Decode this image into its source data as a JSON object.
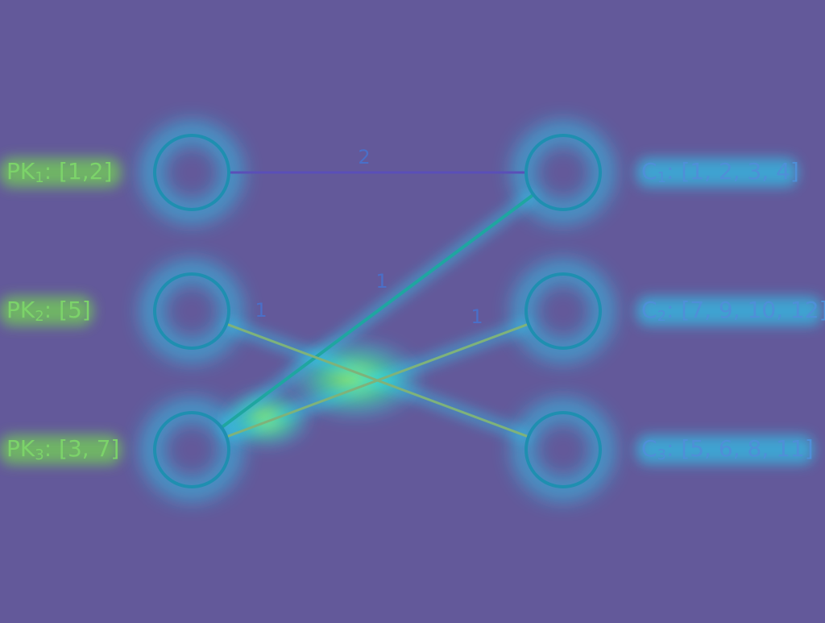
{
  "colors": {
    "background": "#63599a",
    "node_stroke": "#1f8fb0",
    "edge_strong": "#1fa6a0",
    "edge_weak": "#7fb27a",
    "edge_top": "#5a4fb8",
    "label_green": "#7cd36a",
    "label_blue": "#4f8fd8",
    "weight_text": "#4a6fc8",
    "glow_cyan": "#20e0ff",
    "glow_green": "#7aff3a"
  },
  "left_nodes": [
    {
      "id": "pk1",
      "label_main": "PK",
      "label_sub": "1",
      "label_rest": ": [1,2]"
    },
    {
      "id": "pk2",
      "label_main": "PK",
      "label_sub": "2",
      "label_rest": ": [5]"
    },
    {
      "id": "pk3",
      "label_main": "PK",
      "label_sub": "3",
      "label_rest": ": [3, 7]"
    }
  ],
  "right_nodes": [
    {
      "id": "c1",
      "label_main": "C",
      "label_sub": "1",
      "label_rest": ": [1, 2, 3, 4]"
    },
    {
      "id": "c2",
      "label_main": "C",
      "label_sub": "2",
      "label_rest": ": [7, 9, 10, 12]"
    },
    {
      "id": "c3",
      "label_main": "C",
      "label_sub": "3",
      "label_rest": ": [5, 6, 8, 11]"
    }
  ],
  "edges": [
    {
      "from": "pk1",
      "to": "c1",
      "weight": "2"
    },
    {
      "from": "pk3",
      "to": "c1",
      "weight": "1"
    },
    {
      "from": "pk2",
      "to": "c3",
      "weight": "1"
    },
    {
      "from": "pk3",
      "to": "c2",
      "weight": "1"
    }
  ]
}
